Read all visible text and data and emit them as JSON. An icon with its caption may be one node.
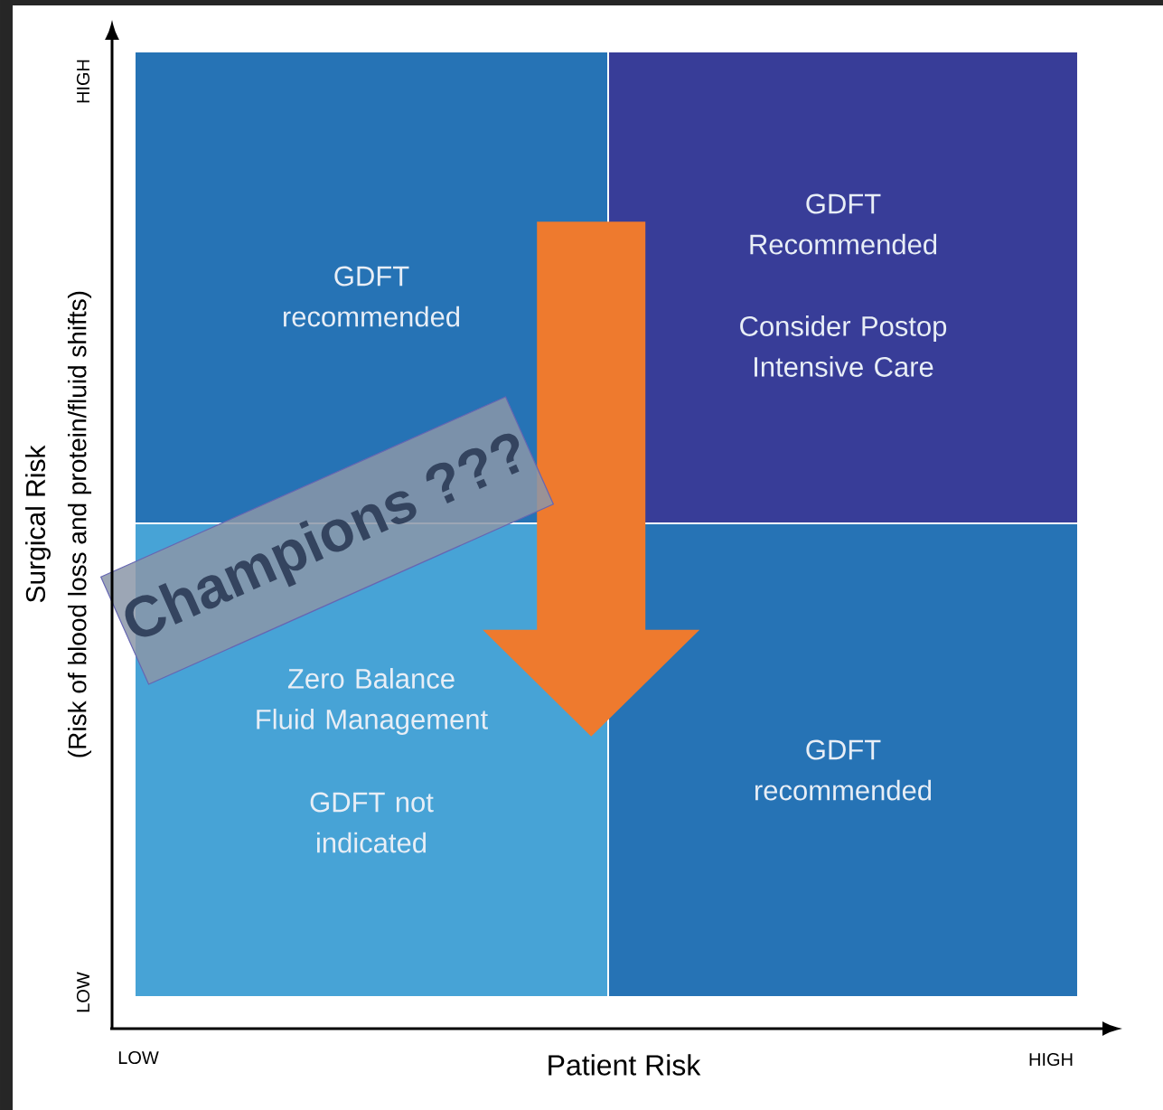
{
  "diagram": {
    "nodes": [
      {
        "text": [
          "GDFT recommended"
        ]
      },
      {
        "text": [
          "GDFT Recommended",
          "Consider Postop Intensive Care"
        ]
      },
      {
        "text": [
          "Zero Balance Fluid Management",
          "GDFT not indicated"
        ]
      },
      {
        "text": [
          "GDFT recommended"
        ]
      },
      {
        "text": [
          "Champions ???"
        ]
      }
    ],
    "edges": [
      {
        "from": 0,
        "to": 2,
        "arrow": "to"
      }
    ],
    "labels": [
      "HIGH",
      "Surgical Risk",
      "(Risk of blood loss and protein/fluid shifts)",
      "LOW",
      "LOW",
      "Patient Risk",
      "HIGH"
    ]
  }
}
